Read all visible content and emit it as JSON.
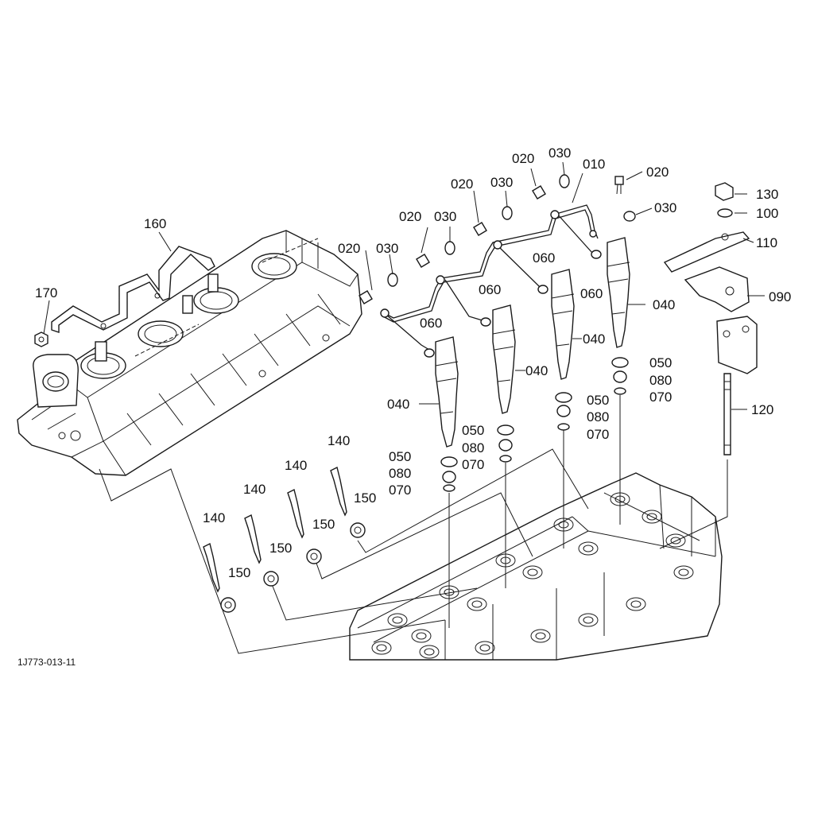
{
  "callouts": {
    "c010": "010",
    "c020a": "020",
    "c020b": "020",
    "c020c": "020",
    "c020d": "020",
    "c020e": "020",
    "c030a": "030",
    "c030b": "030",
    "c030c": "030",
    "c030d": "030",
    "c030e": "030",
    "c040a": "040",
    "c040b": "040",
    "c040c": "040",
    "c040d": "040",
    "c050a": "050",
    "c050b": "050",
    "c050c": "050",
    "c050d": "050",
    "c060a": "060",
    "c060b": "060",
    "c060c": "060",
    "c060d": "060",
    "c070a": "070",
    "c070b": "070",
    "c070c": "070",
    "c070d": "070",
    "c080a": "080",
    "c080b": "080",
    "c080c": "080",
    "c080d": "080",
    "c090": "090",
    "c100": "100",
    "c110": "110",
    "c120": "120",
    "c130": "130",
    "c140a": "140",
    "c140b": "140",
    "c140c": "140",
    "c140d": "140",
    "c150a": "150",
    "c150b": "150",
    "c150c": "150",
    "c150d": "150",
    "c160": "160",
    "c170": "170"
  },
  "drawing_code": "1J773-013-11"
}
